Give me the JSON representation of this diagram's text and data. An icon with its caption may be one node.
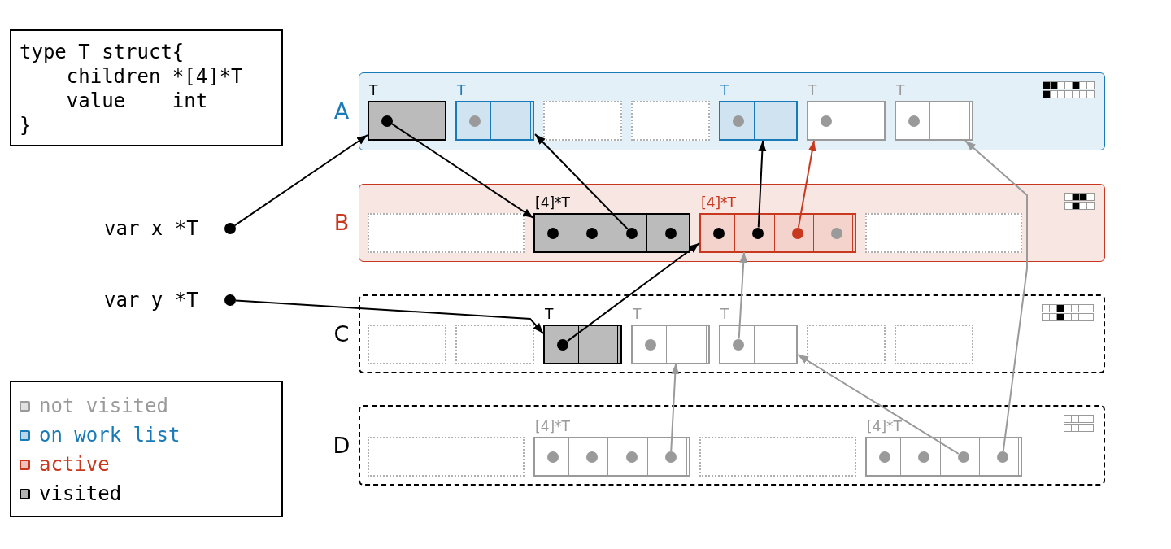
{
  "diagram": {
    "nodes": [
      {
        "text": [
          "type T struct{",
          "    children *[4]*T",
          "    value    int",
          "}"
        ]
      },
      {
        "text": [
          "var x *T"
        ]
      },
      {
        "text": [
          "var y *T"
        ]
      },
      {
        "text": [
          "A"
        ]
      },
      {
        "text": [
          "T"
        ],
        "in": 3
      },
      {
        "text": [],
        "shape": "circle",
        "in": 4
      },
      {
        "text": [
          "T"
        ],
        "in": 3
      },
      {
        "text": [],
        "shape": "circle",
        "in": 6
      },
      {
        "text": [],
        "shape": "box",
        "in": 3
      },
      {
        "text": [],
        "shape": "box",
        "in": 3
      },
      {
        "text": [
          "T"
        ],
        "in": 3
      },
      {
        "text": [],
        "shape": "circle",
        "in": 10
      },
      {
        "text": [
          "T"
        ],
        "in": 3
      },
      {
        "text": [],
        "shape": "circle",
        "in": 12
      },
      {
        "text": [
          "T"
        ],
        "in": 3
      },
      {
        "text": [],
        "shape": "circle",
        "in": 14
      },
      {
        "text": [
          "B"
        ]
      },
      {
        "text": [],
        "shape": "box",
        "in": 16
      },
      {
        "text": [
          "[4]*T"
        ],
        "in": 16
      },
      {
        "text": [],
        "shape": "circle",
        "in": 18
      },
      {
        "text": [],
        "shape": "circle",
        "in": 18
      },
      {
        "text": [],
        "shape": "circle",
        "in": 18
      },
      {
        "text": [],
        "shape": "circle",
        "in": 18
      },
      {
        "text": [
          "[4]*T"
        ],
        "in": 16
      },
      {
        "text": [],
        "shape": "circle",
        "in": 23
      },
      {
        "text": [],
        "shape": "circle",
        "in": 23
      },
      {
        "text": [],
        "shape": "circle",
        "in": 23
      },
      {
        "text": [],
        "shape": "circle",
        "in": 23
      },
      {
        "text": [],
        "shape": "box",
        "in": 16
      },
      {
        "text": [
          "C"
        ]
      },
      {
        "text": [],
        "shape": "box",
        "in": 29
      },
      {
        "text": [],
        "shape": "box",
        "in": 29
      },
      {
        "text": [
          "T"
        ],
        "in": 29
      },
      {
        "text": [],
        "shape": "circle",
        "in": 32
      },
      {
        "text": [
          "T"
        ],
        "in": 29
      },
      {
        "text": [],
        "shape": "circle",
        "in": 34
      },
      {
        "text": [
          "T"
        ],
        "in": 29
      },
      {
        "text": [],
        "shape": "circle",
        "in": 36
      },
      {
        "text": [],
        "shape": "box",
        "in": 29
      },
      {
        "text": [],
        "shape": "box",
        "in": 29
      },
      {
        "text": [
          "D"
        ]
      },
      {
        "text": [],
        "shape": "box",
        "in": 40
      },
      {
        "text": [
          "[4]*T"
        ],
        "in": 40
      },
      {
        "text": [],
        "shape": "circle",
        "in": 42
      },
      {
        "text": [],
        "shape": "circle",
        "in": 42
      },
      {
        "text": [],
        "shape": "circle",
        "in": 42
      },
      {
        "text": [],
        "shape": "circle",
        "in": 42
      },
      {
        "text": [],
        "shape": "box",
        "in": 40
      },
      {
        "text": [
          "[4]*T"
        ],
        "in": 40
      },
      {
        "text": [],
        "shape": "circle",
        "in": 48
      },
      {
        "text": [],
        "shape": "circle",
        "in": 48
      },
      {
        "text": [],
        "shape": "circle",
        "in": 48
      },
      {
        "text": [],
        "shape": "circle",
        "in": 48
      }
    ],
    "edges": [
      {
        "from": 1,
        "to": 4,
        "arrow": "to"
      },
      {
        "from": 2,
        "to": 32,
        "arrow": "to"
      },
      {
        "from": 5,
        "to": 18,
        "arrow": "to"
      },
      {
        "from": 21,
        "to": 6,
        "arrow": "to"
      },
      {
        "from": 33,
        "to": 23,
        "arrow": "to"
      },
      {
        "from": 25,
        "to": 10,
        "arrow": "to"
      },
      {
        "from": 26,
        "to": 12,
        "arrow": "to",
        "color": "#c8381e"
      },
      {
        "from": 37,
        "to": 23,
        "arrow": "to",
        "color": "#9a9a9a"
      },
      {
        "from": 46,
        "to": 34,
        "arrow": "to",
        "color": "#9a9a9a"
      },
      {
        "from": 51,
        "to": 36,
        "arrow": "to",
        "color": "#9a9a9a"
      },
      {
        "from": 52,
        "to": 14,
        "arrow": "to",
        "color": "#9a9a9a"
      }
    ],
    "legend": [
      {
        "text": "not visited",
        "color": "#9a9a9a"
      },
      {
        "text": "on work list",
        "color": "#1a7ab8"
      },
      {
        "text": "active",
        "color": "#c8381e"
      },
      {
        "text": "visited",
        "color": "#000000"
      }
    ]
  }
}
